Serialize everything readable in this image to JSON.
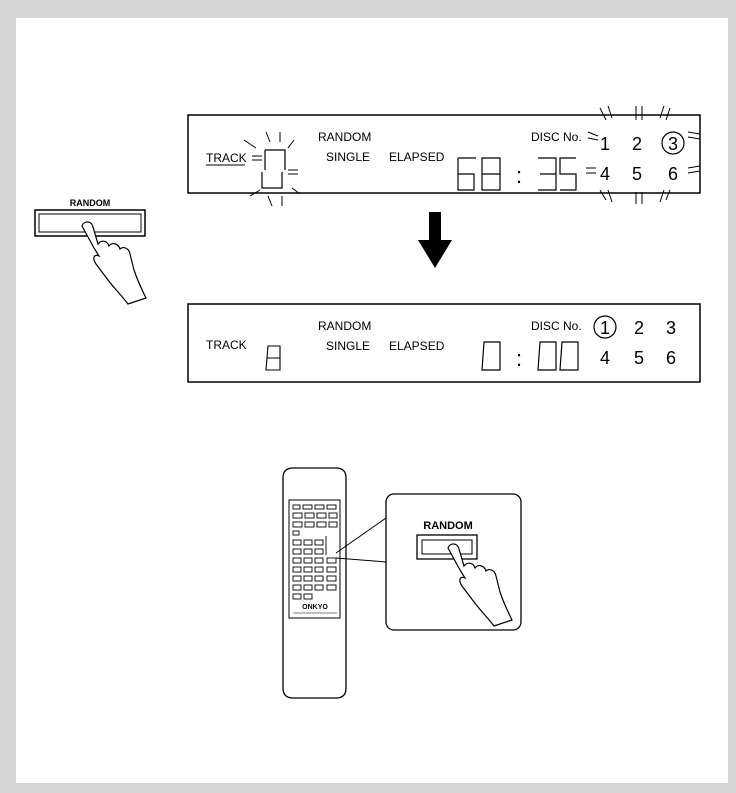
{
  "display1": {
    "track_label": "TRACK",
    "random_label": "RANDOM",
    "single_label": "SINGLE",
    "elapsed_label": "ELAPSED",
    "disc_label": "DISC No.",
    "time_min": "68",
    "time_sec": "35",
    "colon": ":",
    "discs": [
      "1",
      "2",
      "3",
      "4",
      "5",
      "6"
    ],
    "circled_disc": "3"
  },
  "display2": {
    "track_label": "TRACK",
    "random_label": "RANDOM",
    "single_label": "SINGLE",
    "elapsed_label": "ELAPSED",
    "disc_label": "DISC No.",
    "track_digit": "8",
    "time_min": "0",
    "time_sec": "00",
    "colon": ":",
    "discs": [
      "1",
      "2",
      "3",
      "4",
      "5",
      "6"
    ],
    "circled_disc": "1"
  },
  "random_button": {
    "label": "RANDOM"
  },
  "remote": {
    "brand": "ONKYO",
    "inset_label": "RANDOM"
  },
  "colors": {
    "frame": "#d6d6d6",
    "ink": "#000000"
  }
}
